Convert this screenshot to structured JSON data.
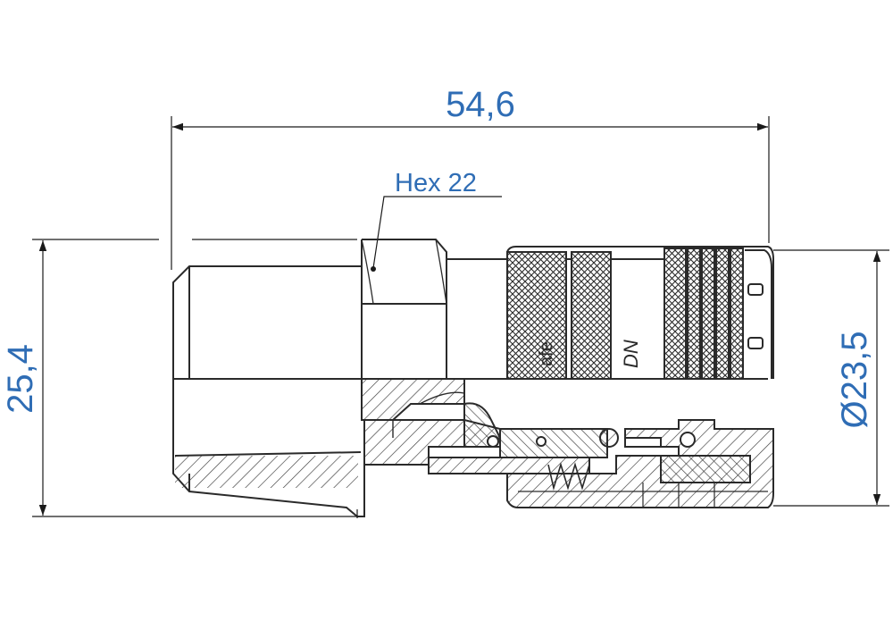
{
  "drawing": {
    "overall_length_label": "54,6",
    "thread_size_label": "25,4",
    "outer_diameter_label": "Ø23,5",
    "hex_label": "Hex 22",
    "knurl_text_1": "afe",
    "knurl_text_2": "DN"
  },
  "colors": {
    "dimension_text": "#2f6db5",
    "line": "#2a2a2a",
    "hatch": "#3a3a3a"
  }
}
